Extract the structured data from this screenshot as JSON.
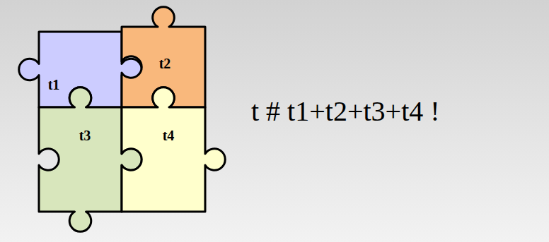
{
  "diagram": {
    "nodes": [
      {
        "text": [
          "t1"
        ]
      },
      {
        "text": [
          "t2"
        ]
      },
      {
        "text": [
          "t3"
        ]
      },
      {
        "text": [
          "t4"
        ]
      }
    ],
    "labels": [
      "t # t1+t2+t3+t4 !"
    ]
  }
}
